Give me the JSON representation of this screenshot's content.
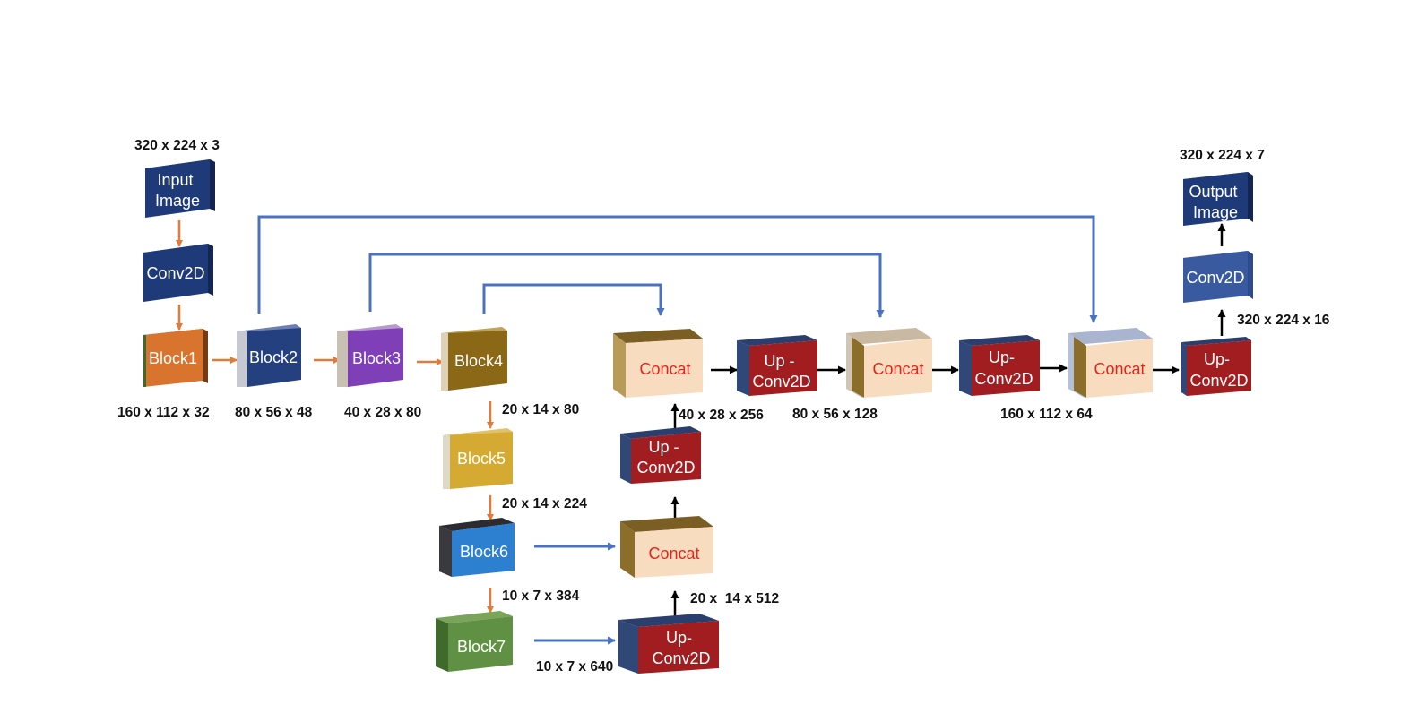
{
  "colors": {
    "orange_arrow": "#e07b39",
    "blue_arrow": "#4a72c0",
    "black_arrow": "#000000",
    "navy": "#1f3a78",
    "concat_front": "#f8dcc0",
    "concat_side": "#8a6e2a",
    "upconv_red": "#a11d20"
  },
  "encoder": {
    "input_image": "Input Image",
    "input_image_line1": "Input",
    "input_image_line2": "Image",
    "conv2d": "Conv2D",
    "block1": "Block1",
    "block2": "Block2",
    "block3": "Block3",
    "block4": "Block4",
    "block5": "Block5",
    "block6": "Block6",
    "block7": "Block7"
  },
  "decoder": {
    "concat": "Concat",
    "up_conv_a_line1": "Up -",
    "up_conv_b_line1": "Up-",
    "up_conv_line2": "Conv2D",
    "conv2d": "Conv2D",
    "output_image_line1": "Output",
    "output_image_line2": "Image"
  },
  "dims": {
    "input": "320 x 224 x 3",
    "block1": "160 x 112 x 32",
    "block2": "80 x 56 x 48",
    "block3": "40 x 28 x 80",
    "block4": "20 x 14 x 80",
    "block5": "20 x 14 x 224",
    "block6": "10 x 7 x 384",
    "block7": "10 x 7 x 640",
    "up1": "20 x  14 x 512",
    "concat2": "40 x 28 x 256",
    "concat3": "80 x 56 x 128",
    "concat4": "160 x 112 x 64",
    "up_final": "320 x 224 x 16",
    "output": "320 x 224 x 7"
  }
}
